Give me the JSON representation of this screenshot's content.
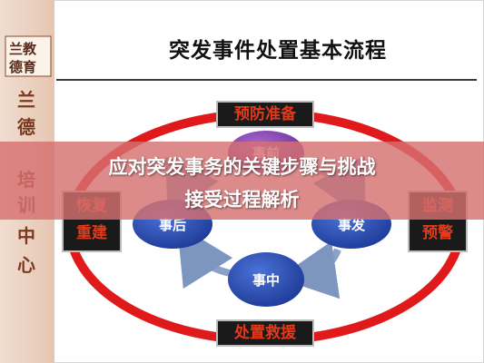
{
  "slide": {
    "title": "突发事件处置基本流程",
    "logo": {
      "line1": "兰教",
      "line2": "德育"
    },
    "side_label": [
      "兰",
      "德",
      "培",
      "训",
      "中",
      "心"
    ]
  },
  "cycle": {
    "stages": {
      "top": "预防准备",
      "bottom": "处置救援",
      "left_line1": "恢复",
      "left_line2": "重建",
      "right_line1": "监测",
      "right_line2": "预警"
    },
    "nodes": {
      "before": "事前",
      "after": "事后",
      "occur": "事发",
      "middle": "事中"
    }
  },
  "overlay": {
    "line1": "应对突发事务的关键步骤与挑战",
    "line2": "接受过程解析"
  },
  "colors": {
    "ring": "#e01a1a",
    "node_fill": "#2a4aa8",
    "node_top_fill": "#8a4ab0",
    "arrow": "#8aa2c8",
    "tag_text": "#e23a1a",
    "banner": "#d67070"
  }
}
